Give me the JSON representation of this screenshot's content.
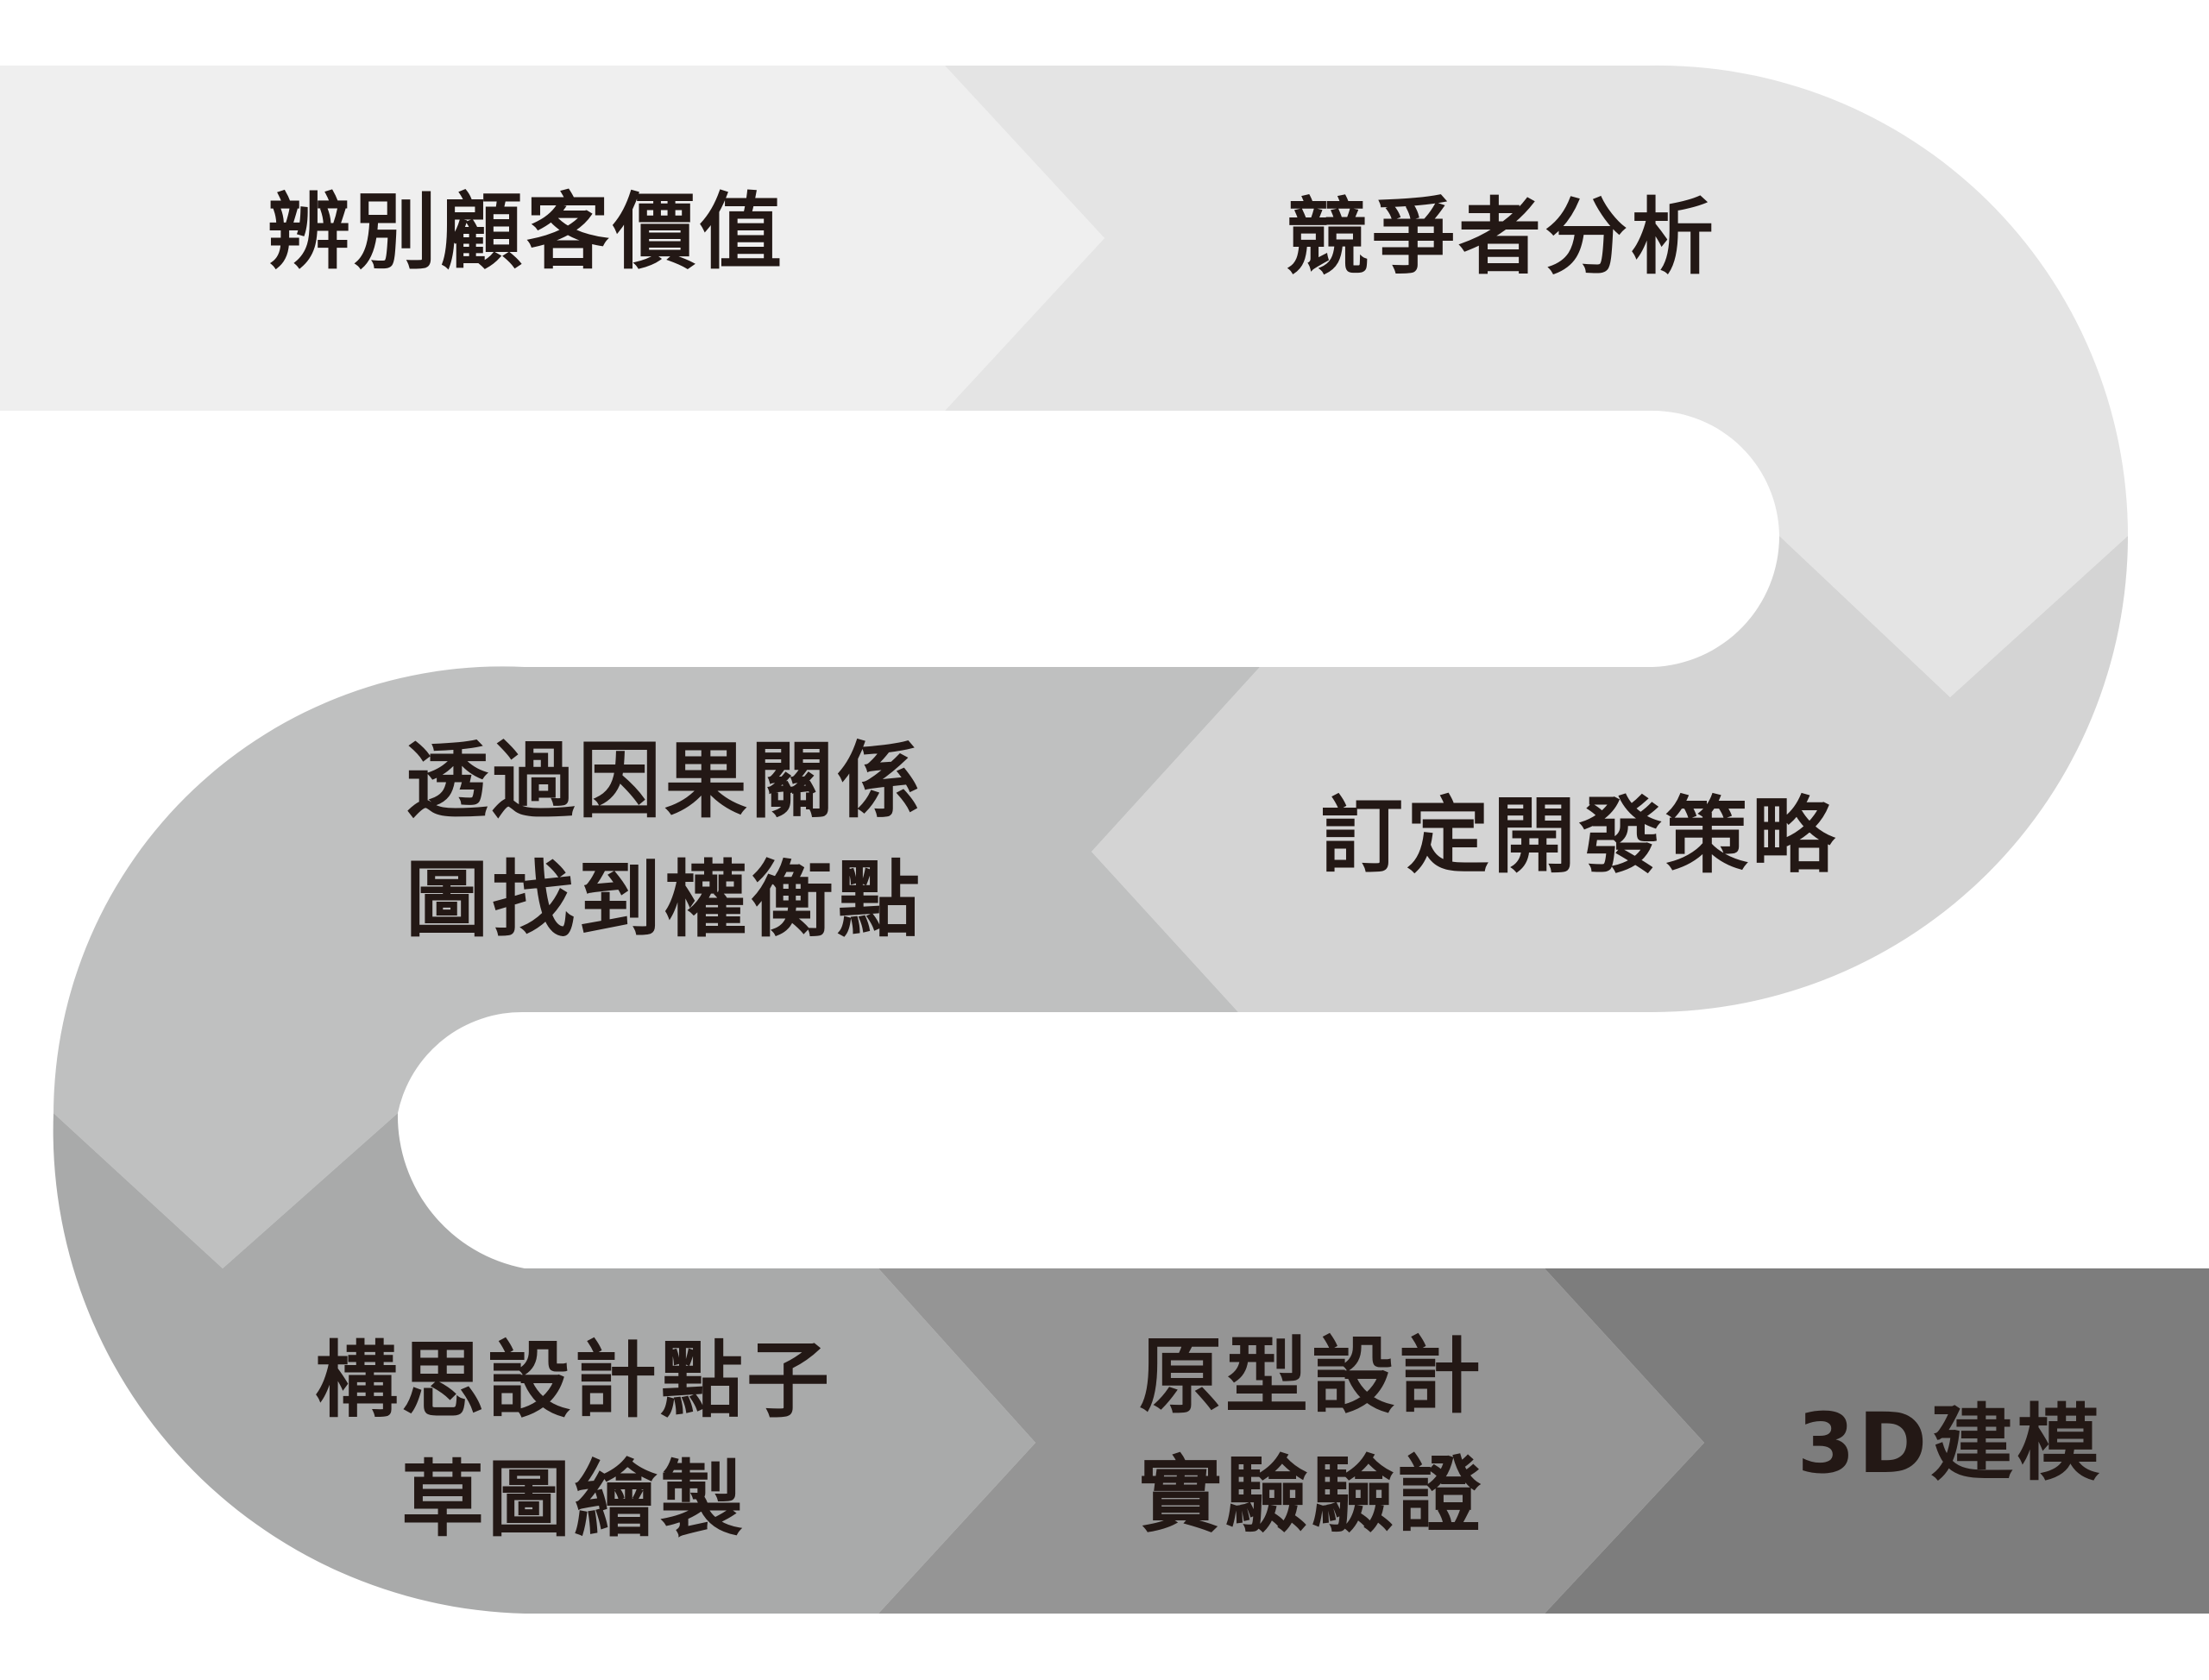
{
  "steps": [
    {
      "id": "identify-customer-value",
      "lines": [
        "辨別顧客價值"
      ],
      "color": "#efefef"
    },
    {
      "id": "competitor-analysis",
      "lines": [
        "競爭者分析"
      ],
      "color": "#e4e4e4"
    },
    {
      "id": "development-strategy",
      "lines": [
        "訂定開發策略"
      ],
      "color": "#d4d4d4"
    },
    {
      "id": "causal-diagram-tradeoff",
      "lines": [
        "透過因果關係",
        "圖找到權衡點"
      ],
      "color": "#bfc0c0"
    },
    {
      "id": "concept-sketching",
      "lines": [
        "構思設計點子",
        "草圖繪製"
      ],
      "color": "#a9aaaa"
    },
    {
      "id": "prototype-validation",
      "lines": [
        "原型設計",
        "實驗驗證"
      ],
      "color": "#959595"
    },
    {
      "id": "3d-modeling",
      "lines": [
        "3D建模"
      ],
      "color": "#7d7d7d"
    }
  ]
}
